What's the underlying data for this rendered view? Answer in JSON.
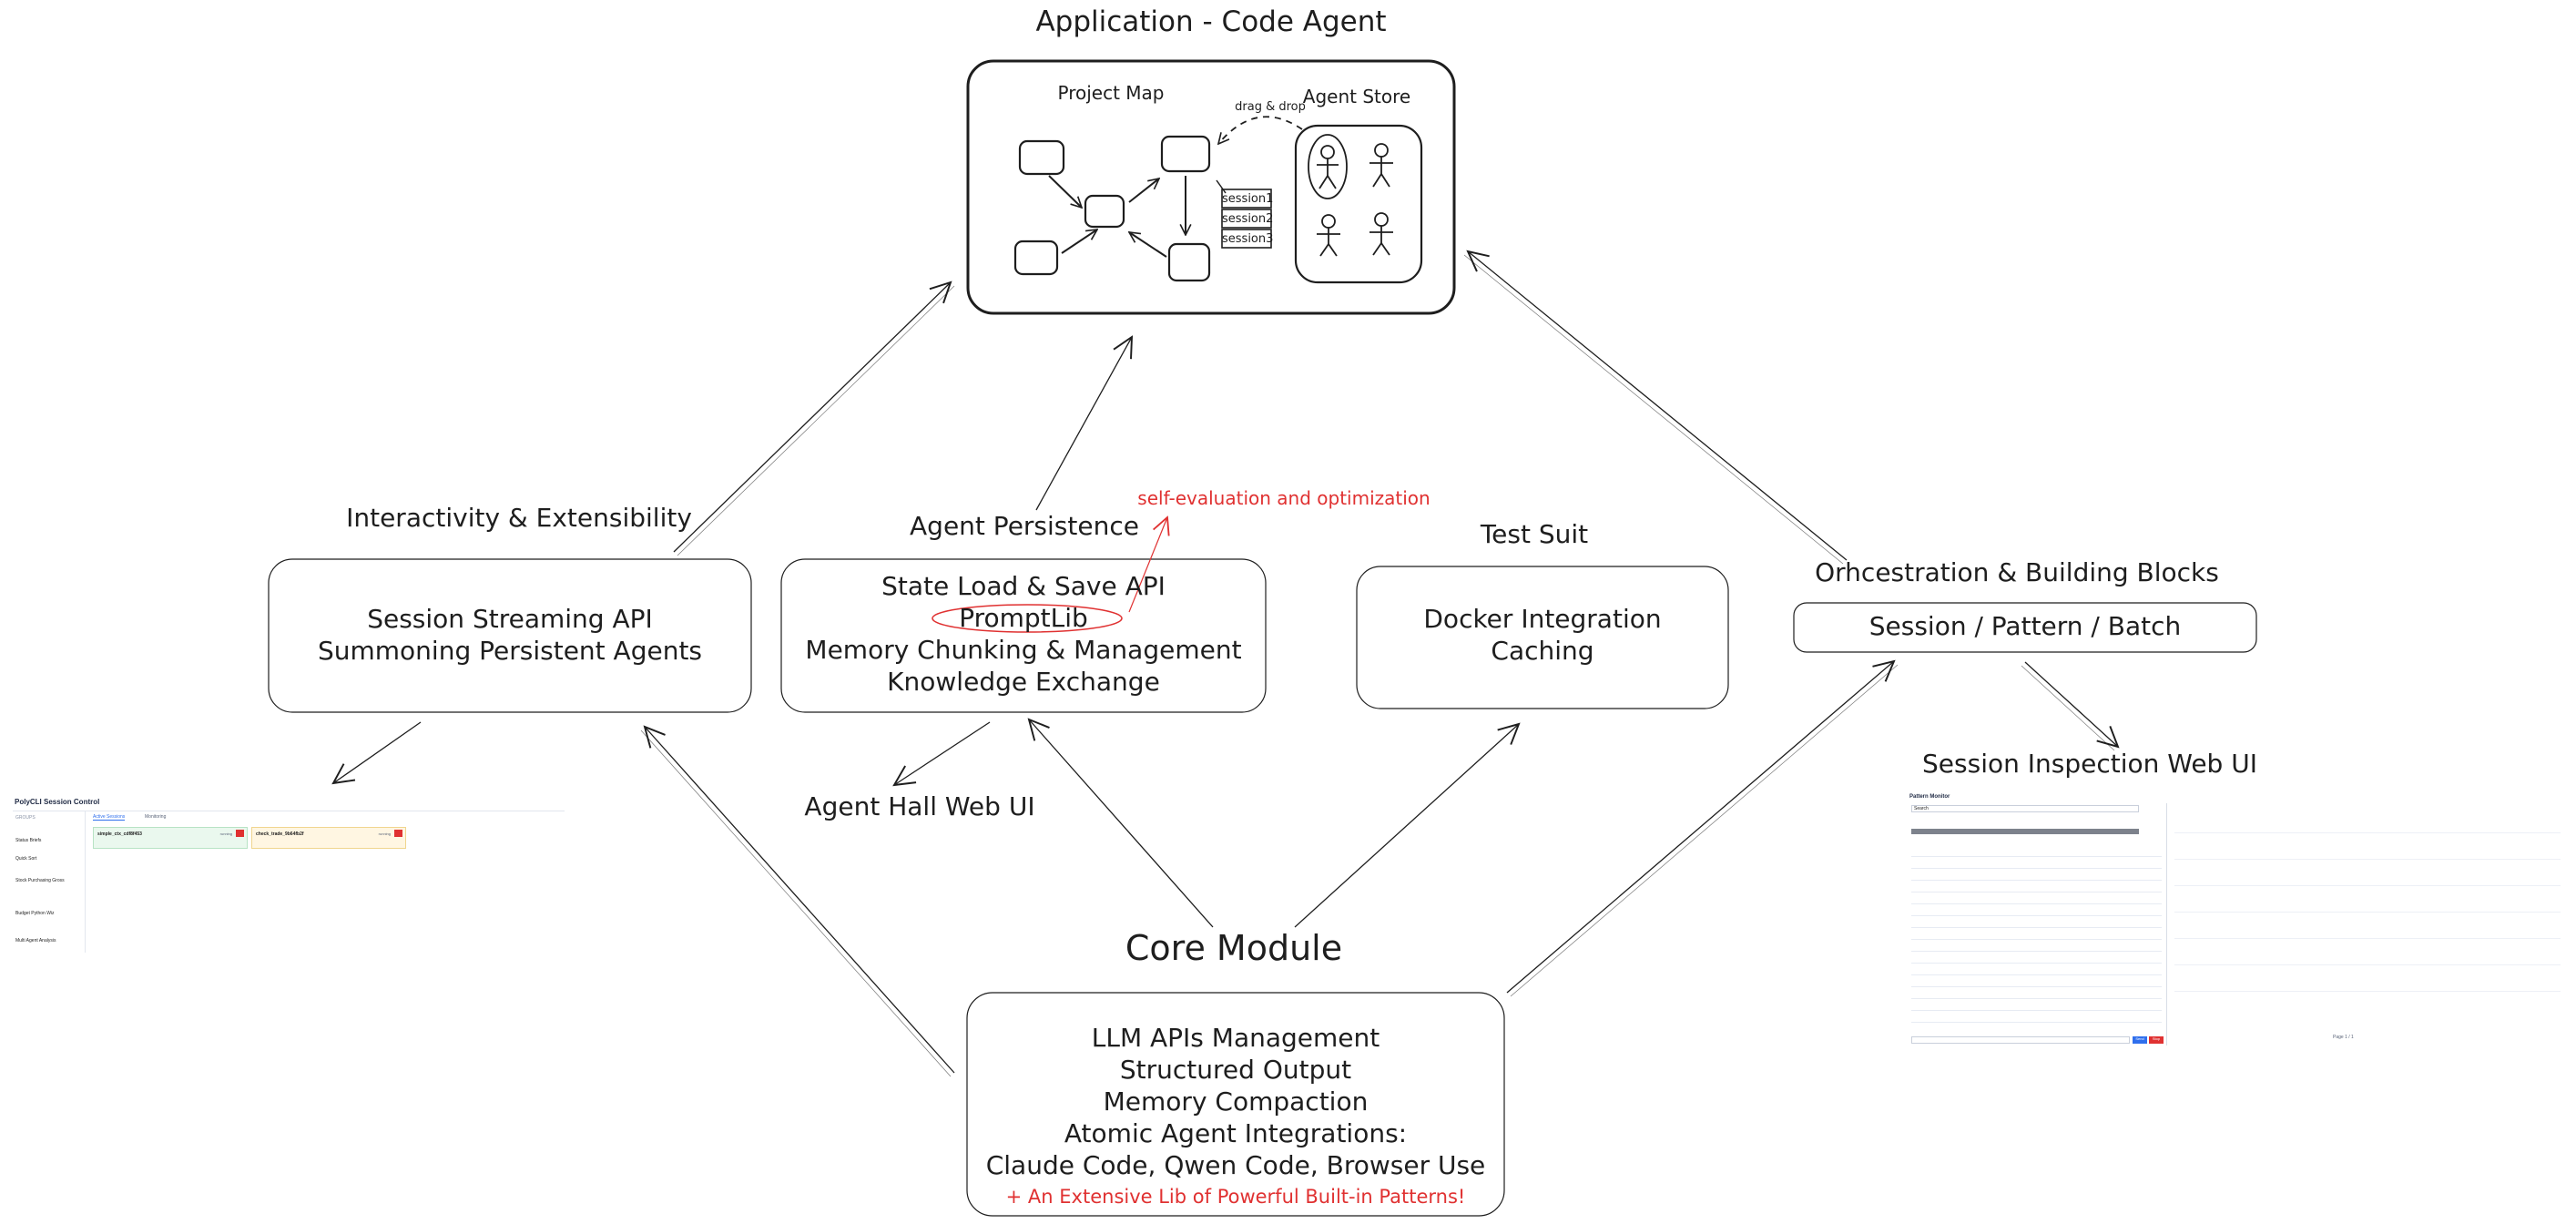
{
  "colors": {
    "ink": "#1e1e1e",
    "accent": "#e03131",
    "brand": "#2f6fed"
  },
  "title": "Application - Code Agent",
  "app": {
    "project_map": "Project Map",
    "agent_store": "Agent Store",
    "drag_drop": "drag & drop",
    "sessions": [
      "session1",
      "session2",
      "session3"
    ]
  },
  "groups": {
    "interactivity": {
      "heading": "Interactivity & Extensibility",
      "lines": [
        "Session Streaming API",
        "Summoning Persistent Agents"
      ]
    },
    "persistence": {
      "heading": "Agent Persistence",
      "lines": [
        "State Load & Save API",
        "PromptLib",
        "Memory Chunking & Management",
        "Knowledge Exchange"
      ],
      "annotation": "self-evaluation and optimization"
    },
    "test": {
      "heading": "Test Suit",
      "lines": [
        "Docker Integration",
        "Caching"
      ]
    },
    "orchestration": {
      "heading": "Orhcestration & Building Blocks",
      "lines": [
        "Session / Pattern / Batch"
      ]
    },
    "core": {
      "heading": "Core Module",
      "lines": [
        "LLM APIs Management",
        "Structured Output",
        "Memory Compaction",
        "Atomic Agent Integrations:",
        "Claude Code, Qwen Code, Browser Use"
      ],
      "extra": "+ An Extensive Lib of Powerful Built-in Patterns!"
    }
  },
  "labels": {
    "agent_hall": "Agent Hall Web UI",
    "session_inspection": "Session Inspection Web UI"
  },
  "session_control": {
    "title": "PolyCLI Session Control",
    "sidebar_heading": "GROUPS",
    "groups": [
      "Status Briefs",
      "Quick Sort",
      "Stock Purchasing Gross",
      "Budget Python Wiz",
      "Multi Agent Analysis"
    ],
    "tabs": [
      "Active Sessions",
      "Monitoring"
    ],
    "cards": [
      {
        "name": "simple_ctx_cdf8f453",
        "status": "running"
      },
      {
        "name": "check_trade_9b64fb2f",
        "status": "running"
      }
    ]
  },
  "inspection": {
    "title": "Pattern Monitor",
    "search_placeholder": "Search",
    "send_label": "Send",
    "stop_label": "Stop",
    "pagination": "Page 1 / 1"
  }
}
